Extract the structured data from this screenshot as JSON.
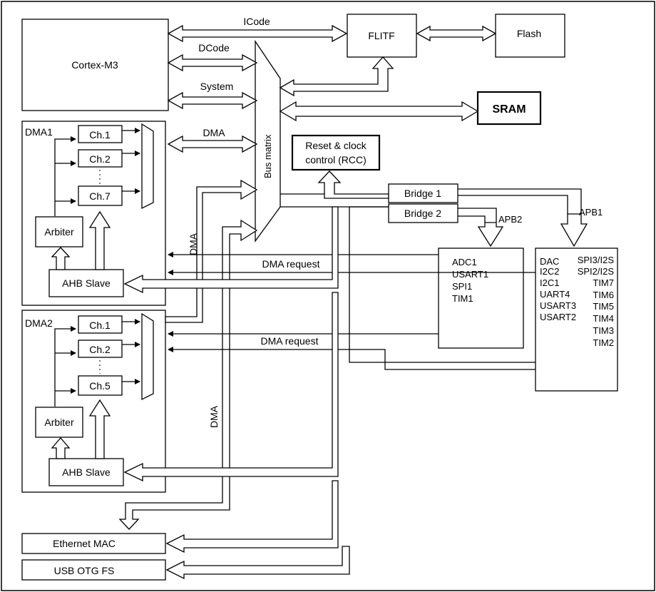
{
  "blocks": {
    "cortex": "Cortex-M3",
    "flitf": "FLITF",
    "flash": "Flash",
    "sram": "SRAM",
    "bus_matrix": "Bus matrix",
    "rcc_line1": "Reset & clock",
    "rcc_line2": "control (RCC)",
    "bridge1": "Bridge  1",
    "bridge2": "Bridge  2",
    "apb1": "APB1",
    "apb2": "APB2",
    "ethernet": "Ethernet MAC",
    "usb": "USB OTG FS"
  },
  "buses": {
    "icode": "ICode",
    "dcode": "DCode",
    "system": "System",
    "dma": "DMA",
    "dma_vertical_1": "DMA",
    "dma_vertical_2": "DMA",
    "dma_request_1": "DMA request",
    "dma_request_2": "DMA request"
  },
  "dma1": {
    "title": "DMA1",
    "ch1": "Ch.1",
    "ch2": "Ch.2",
    "ch7": "Ch.7",
    "arbiter": "Arbiter",
    "ahb_slave": "AHB Slave"
  },
  "dma2": {
    "title": "DMA2",
    "ch1": "Ch.1",
    "ch2": "Ch.2",
    "ch5": "Ch.5",
    "arbiter": "Arbiter",
    "ahb_slave": "AHB Slave"
  },
  "apb2_peripherals": [
    "ADC1",
    "USART1",
    "SPI1",
    "TIM1"
  ],
  "apb1_peripherals_left": [
    "DAC",
    "I2C2",
    "I2C1",
    "UART4",
    "USART3",
    "USART2"
  ],
  "apb1_peripherals_right": [
    "SPI3/I2S",
    "SPI2/I2S",
    "TIM7",
    "TIM6",
    "TIM5",
    "TIM4",
    "TIM3",
    "TIM2"
  ]
}
